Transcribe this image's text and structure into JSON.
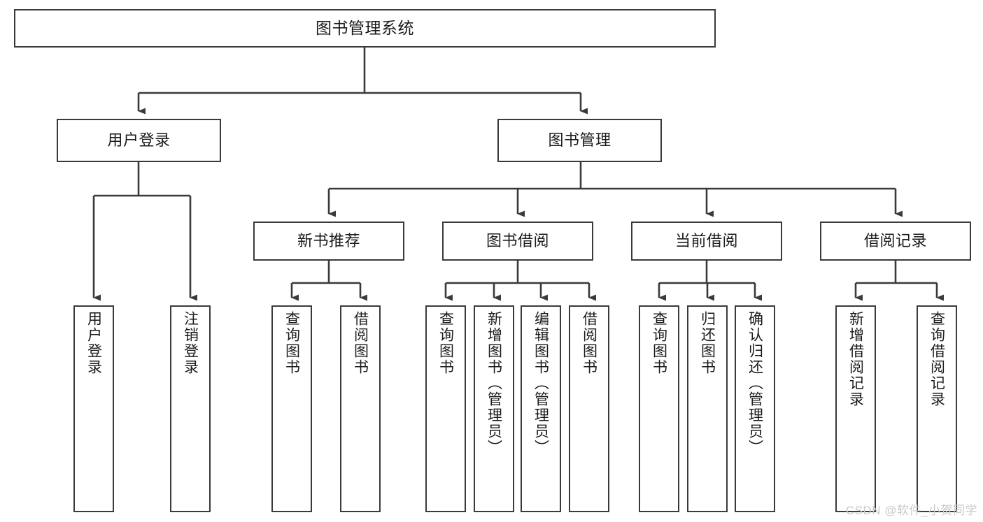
{
  "diagram": {
    "title": "图书管理系统",
    "watermark": "CSDN @软件_小贺同学",
    "stroke_color": "#3a3a3a",
    "fill_color": "#ffffff",
    "text_color": "#1b1b1b",
    "watermark_color": "#c9c9c9"
  },
  "nodes": {
    "root": {
      "label": "图书管理系统"
    },
    "level1": [
      {
        "label": "用户登录"
      },
      {
        "label": "图书管理"
      }
    ],
    "level2": [
      {
        "label": "新书推荐"
      },
      {
        "label": "图书借阅"
      },
      {
        "label": "当前借阅"
      },
      {
        "label": "借阅记录"
      }
    ],
    "leaves_user_login": [
      {
        "label": "用户登录"
      },
      {
        "label": "注销登录"
      }
    ],
    "leaves_new_book": [
      {
        "label": "查询图书"
      },
      {
        "label": "借阅图书"
      }
    ],
    "leaves_borrow": [
      {
        "label": "查询图书"
      },
      {
        "label": "新增图书（管理员）"
      },
      {
        "label": "编辑图书（管理员）"
      },
      {
        "label": "借阅图书"
      }
    ],
    "leaves_current": [
      {
        "label": "查询图书"
      },
      {
        "label": "归还图书"
      },
      {
        "label": "确认归还（管理员）"
      }
    ],
    "leaves_record": [
      {
        "label": "新增借阅记录"
      },
      {
        "label": "查询借阅记录"
      }
    ]
  }
}
